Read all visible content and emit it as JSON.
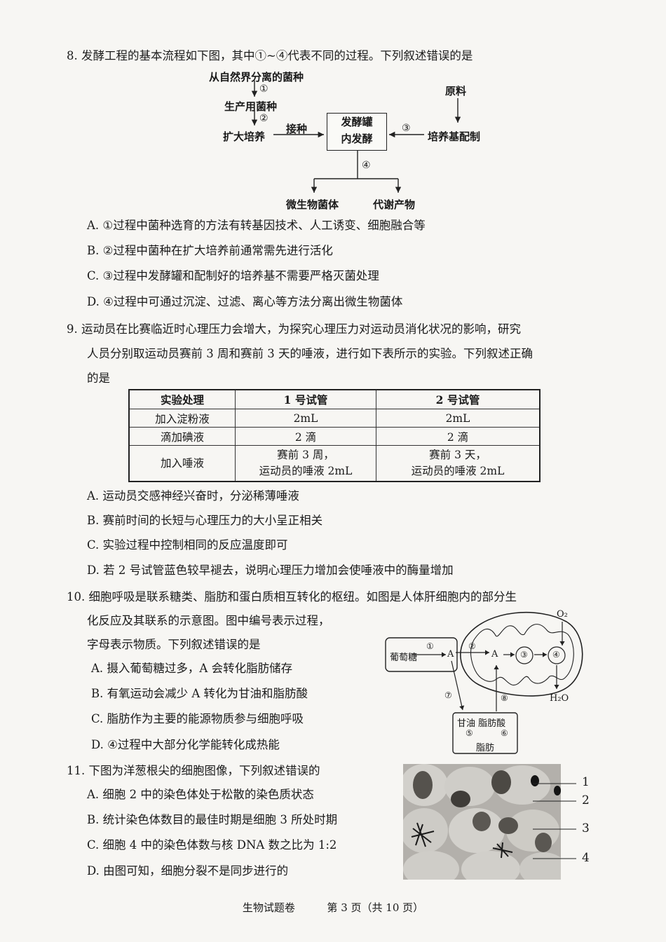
{
  "q8": {
    "stem": "8. 发酵工程的基本流程如下图，其中①~④代表不同的过程。下列叙述错误的是",
    "flow": {
      "source": "从自然界分离的菌种",
      "step1": "①",
      "production": "生产用菌种",
      "step2": "②",
      "expand": "扩大培养",
      "inoculate": "接种",
      "tank_line1": "发酵罐",
      "tank_line2": "内发酵",
      "step3": "③",
      "medium": "培养基配制",
      "raw": "原料",
      "step4": "④",
      "biomass": "微生物菌体",
      "metabolite": "代谢产物"
    },
    "options": [
      "A. ①过程中菌种选育的方法有转基因技术、人工诱变、细胞融合等",
      "B. ②过程中菌种在扩大培养前通常需先进行活化",
      "C. ③过程中发酵罐和配制好的培养基不需要严格灭菌处理",
      "D. ④过程中可通过沉淀、过滤、离心等方法分离出微生物菌体"
    ]
  },
  "q9": {
    "stem_line1": "9. 运动员在比赛临近时心理压力会增大，为探究心理压力对运动员消化状况的影响，研究",
    "stem_line2": "人员分别取运动员赛前 3 周和赛前 3 天的唾液，进行如下表所示的实验。下列叙述正确",
    "stem_line3": "的是",
    "table": {
      "headers": [
        "实验处理",
        "1 号试管",
        "2 号试管"
      ],
      "rows": [
        [
          "加入淀粉液",
          "2mL",
          "2mL"
        ],
        [
          "滴加碘液",
          "2 滴",
          "2 滴"
        ]
      ],
      "saliva_label": "加入唾液",
      "saliva_1_line1": "赛前 3 周，",
      "saliva_1_line2": "运动员的唾液 2mL",
      "saliva_2_line1": "赛前 3 天，",
      "saliva_2_line2": "运动员的唾液 2mL"
    },
    "options": [
      "A. 运动员交感神经兴奋时，分泌稀薄唾液",
      "B. 赛前时间的长短与心理压力的大小呈正相关",
      "C. 实验过程中控制相同的反应温度即可",
      "D. 若 2 号试管蓝色较早褪去，说明心理压力增加会使唾液中的酶量增加"
    ]
  },
  "q10": {
    "stem_line1": "10. 细胞呼吸是联系糖类、脂肪和蛋白质相互转化的枢纽。如图是人体肝细胞内的部分生",
    "stem_line2": "化反应及其联系的示意图。图中编号表示过程，",
    "stem_line3": "字母表示物质。下列叙述错误的是",
    "options": [
      "A. 摄入葡萄糖过多，A 会转化脂肪储存",
      "B. 有氧运动会减少 A 转化为甘油和脂肪酸",
      "C. 脂肪作为主要的能源物质参与细胞呼吸",
      "D. ④过程中大部分化学能转化成热能"
    ],
    "diagram": {
      "glucose": "葡萄糖",
      "p1": "①",
      "a1": "A",
      "p2": "②",
      "a2": "A",
      "p3": "③",
      "p4": "④",
      "o2": "O₂",
      "h2o": "H₂O",
      "p7": "⑦",
      "p8": "⑧",
      "glycerol_fa": "甘油 脂肪酸",
      "p5": "⑤",
      "p6": "⑥",
      "fat": "脂肪"
    }
  },
  "q11": {
    "stem": "11. 下图为洋葱根尖的细胞图像，下列叙述错误的",
    "options": [
      "A. 细胞 2 中的染色体处于松散的染色质状态",
      "B. 统计染色体数目的最佳时期是细胞 3 所处时期",
      "C. 细胞 4 中的染色体数与核 DNA 数之比为 1:2",
      "D. 由图可知，细胞分裂不是同步进行的"
    ],
    "labels": [
      "1",
      "2",
      "3",
      "4"
    ]
  },
  "footer": {
    "subject": "生物试题卷",
    "page": "第 3 页（共 10 页）"
  }
}
